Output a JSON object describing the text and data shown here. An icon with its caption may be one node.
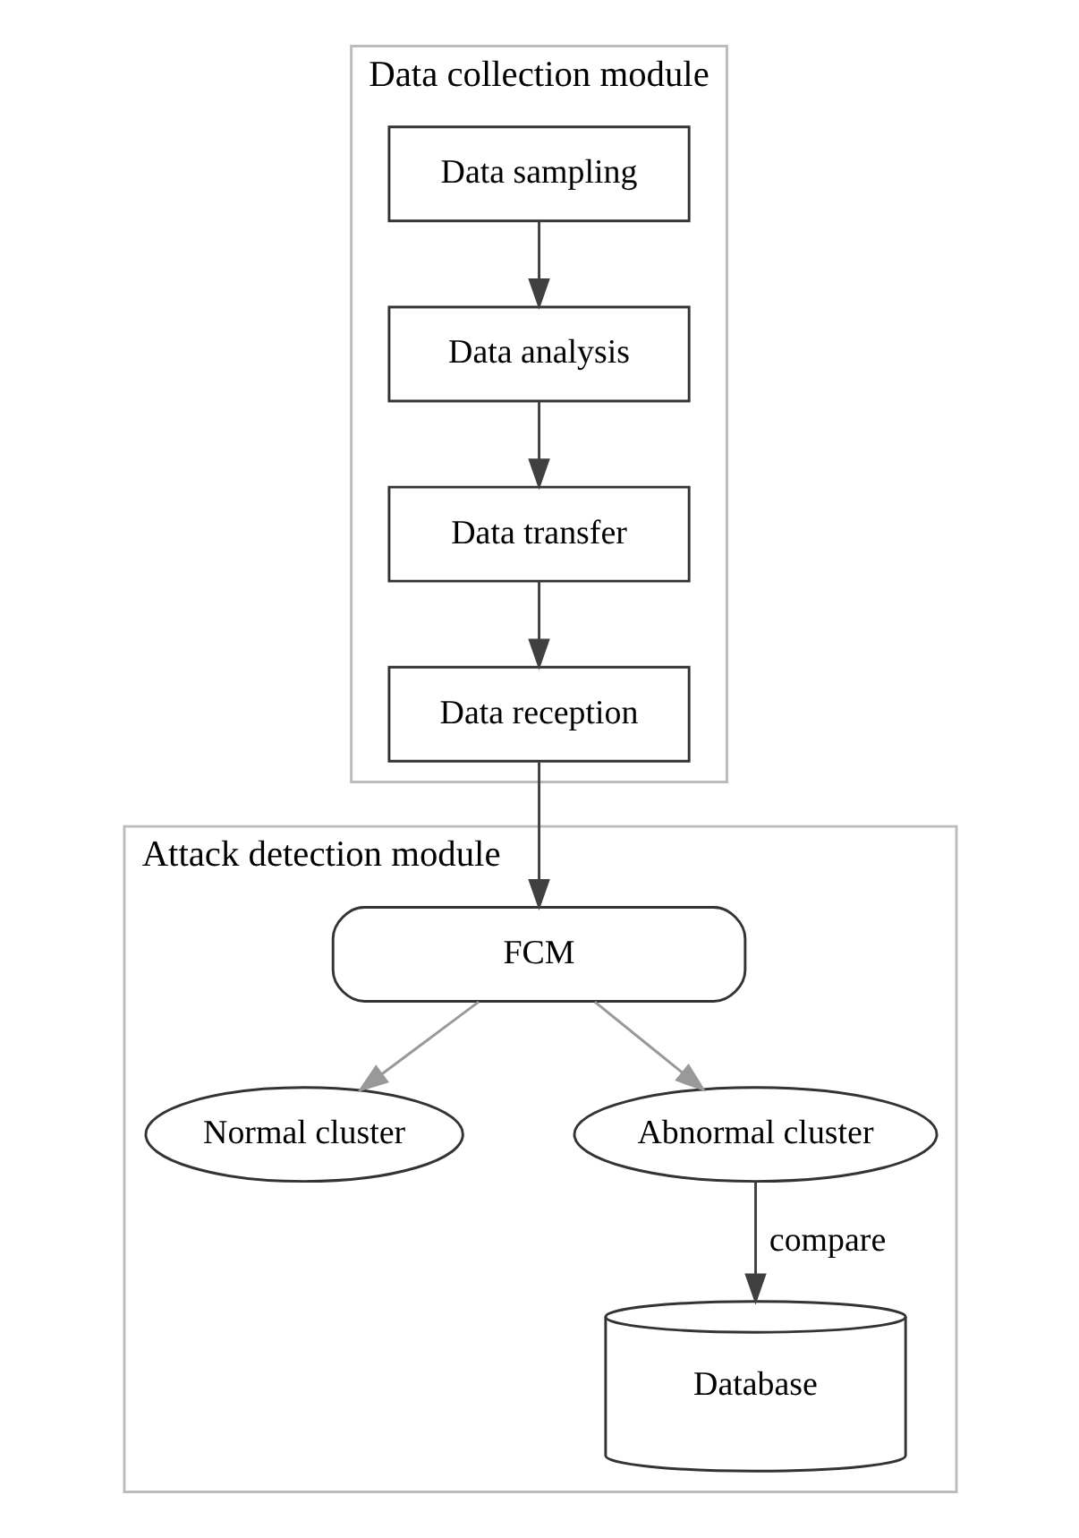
{
  "diagram": {
    "nodes": [
      {
        "text": [
          "Data collection module"
        ]
      },
      {
        "text": [
          "Data sampling"
        ],
        "in": 0
      },
      {
        "text": [
          "Data analysis"
        ],
        "in": 0
      },
      {
        "text": [
          "Data transfer"
        ],
        "in": 0
      },
      {
        "text": [
          "Data reception"
        ],
        "in": 0
      },
      {
        "text": [
          "Attack detection module"
        ]
      },
      {
        "text": [
          "FCM"
        ],
        "in": 5
      },
      {
        "text": [
          "Normal cluster"
        ],
        "in": 5
      },
      {
        "text": [
          "Abnormal cluster"
        ],
        "in": 5
      },
      {
        "text": [
          "Database"
        ],
        "in": 5
      }
    ],
    "edges": [
      {
        "from": 1,
        "to": 2,
        "arrow": "to"
      },
      {
        "from": 2,
        "to": 3,
        "arrow": "to"
      },
      {
        "from": 3,
        "to": 4,
        "arrow": "to"
      },
      {
        "from": 4,
        "to": 6,
        "arrow": "to"
      },
      {
        "from": 6,
        "to": 7,
        "arrow": "to",
        "color": "#999999"
      },
      {
        "from": 6,
        "to": 8,
        "arrow": "to",
        "color": "#999999"
      },
      {
        "from": 8,
        "to": 9,
        "arrow": "to",
        "label": "compare"
      }
    ]
  }
}
